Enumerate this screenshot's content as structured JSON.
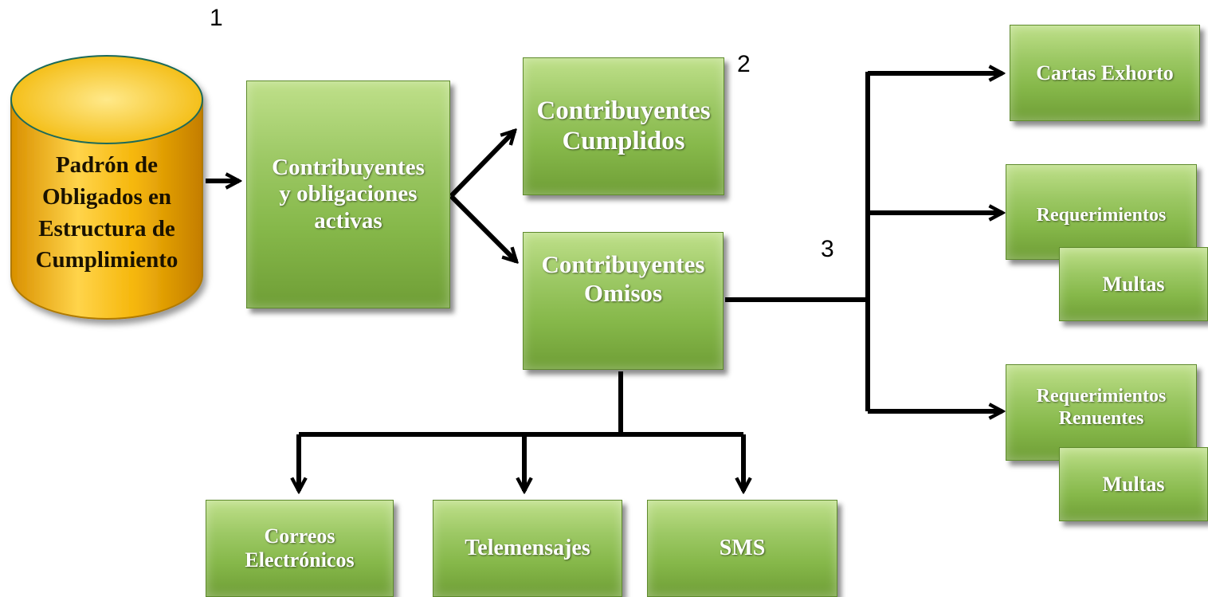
{
  "source": {
    "label": "Padrón de\nObligados en\nEstructura de\nCumplimiento"
  },
  "nodes": {
    "activos": "Contribuyentes\ny obligaciones\nactivas",
    "cumplidos": "Contribuyentes\nCumplidos",
    "omisos": "Contribuyentes\nOmisos",
    "cartas": "Cartas Exhorto",
    "requerimientos": "Requerimientos",
    "multas_1": "Multas",
    "requerimientos_renuentes": "Requerimientos\nRenuentes",
    "multas_2": "Multas",
    "correos": "Correos\nElectrónicos",
    "telemensajes": "Telemensajes",
    "sms": "SMS"
  },
  "markers": {
    "step_1": "1",
    "step_2": "2",
    "step_3": "3"
  },
  "colors": {
    "node_green": "#86b84a",
    "cylinder_gold": "#f2b705",
    "connector": "#000000"
  }
}
